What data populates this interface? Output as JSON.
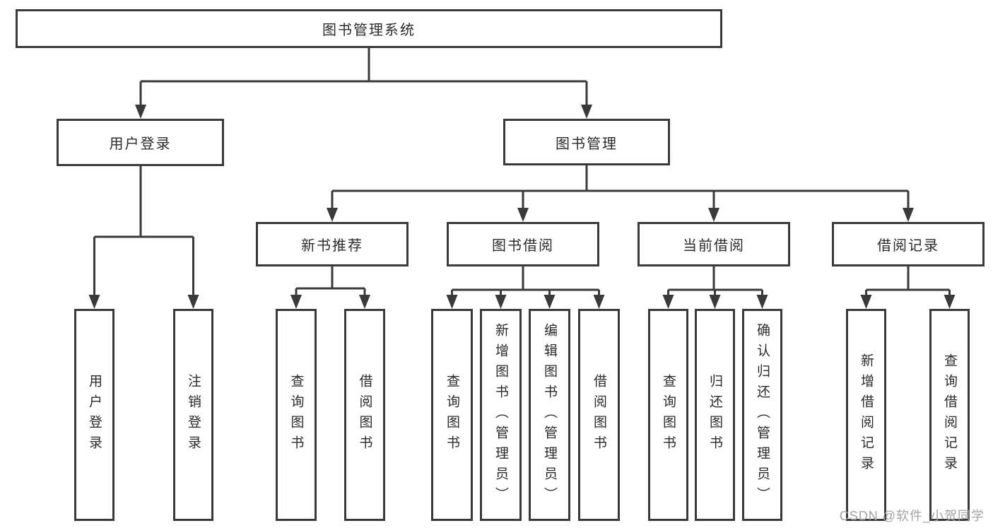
{
  "theme": {
    "background": "#ffffff",
    "line_color": "#3a3a3a",
    "text_color": "#2b2b2b",
    "watermark_color": "#a3a3a3"
  },
  "diagram_type": "feature-tree",
  "tree": {
    "label": "图书管理系统",
    "children": [
      {
        "label": "用户登录",
        "children": [
          {
            "label": "用户登录"
          },
          {
            "label": "注销登录"
          }
        ]
      },
      {
        "label": "图书管理",
        "children": [
          {
            "label": "新书推荐",
            "children": [
              {
                "label": "查询图书"
              },
              {
                "label": "借阅图书"
              }
            ]
          },
          {
            "label": "图书借阅",
            "children": [
              {
                "label": "查询图书"
              },
              {
                "label": "新增图书（管理员）"
              },
              {
                "label": "编辑图书（管理员）"
              },
              {
                "label": "借阅图书"
              }
            ]
          },
          {
            "label": "当前借阅",
            "children": [
              {
                "label": "查询图书"
              },
              {
                "label": "归还图书"
              },
              {
                "label": "确认归还（管理员）"
              }
            ]
          },
          {
            "label": "借阅记录",
            "children": [
              {
                "label": "新增借阅记录"
              },
              {
                "label": "查询借阅记录"
              }
            ]
          }
        ]
      }
    ]
  },
  "watermark": {
    "text": "CSDN @软件_小贺同学"
  }
}
